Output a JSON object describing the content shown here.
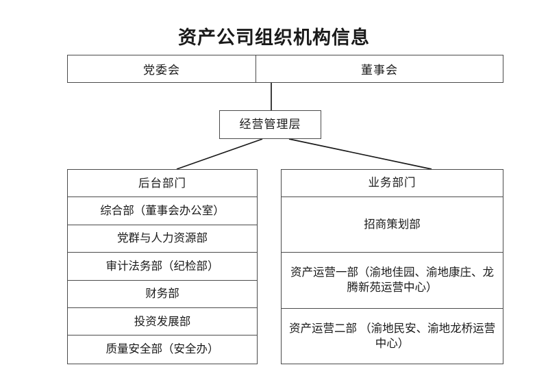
{
  "chart_data": {
    "type": "diagram",
    "title": "资产公司组织机构信息",
    "nodes": {
      "top_left": "党委会",
      "top_right": "董事会",
      "management": "经营管理层"
    },
    "columns": [
      {
        "id": "back-office",
        "header": "后台部门",
        "items": [
          "综合部（董事会办公室）",
          "党群与人力资源部",
          "审计法务部（纪检部）",
          "财务部",
          "投资发展部",
          "质量安全部（安全办）"
        ]
      },
      {
        "id": "business",
        "header": "业务部门",
        "items": [
          "招商策划部",
          "资产运营一部（渝地佳园、渝地康庄、龙腾新苑运营中心）",
          "资产运营二部 （渝地民安、渝地龙桥运营中心）"
        ]
      }
    ]
  },
  "title": "资产公司组织机构信息",
  "top_row": {
    "left_label": "党委会",
    "right_label": "董事会"
  },
  "management": {
    "label": "经营管理层"
  },
  "left_column": {
    "header": "后台部门",
    "row1": "综合部（董事会办公室）",
    "row2": "党群与人力资源部",
    "row3": "审计法务部（纪检部）",
    "row4": "财务部",
    "row5": "投资发展部",
    "row6": "质量安全部（安全办）"
  },
  "right_column": {
    "header": "业务部门",
    "row1": "招商策划部",
    "row2": "资产运营一部（渝地佳园、渝地康庄、龙腾新苑运营中心）",
    "row3": "资产运营二部 （渝地民安、渝地龙桥运营中心）"
  },
  "colors": {
    "border": "#4a4a4a",
    "line": "#1a1a1a",
    "text": "#1a1a1a",
    "background": "#ffffff"
  }
}
